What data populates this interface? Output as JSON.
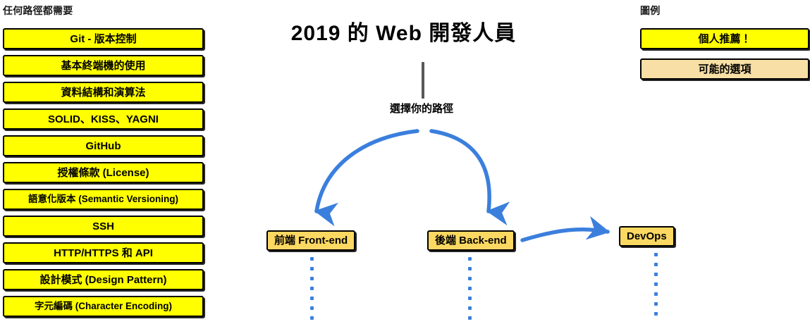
{
  "colors": {
    "recommended_fill": "#ffff00",
    "optional_fill": "#f7dfa5",
    "flow_node_fill": "#fbd862",
    "arrow_blue": "#3b7fdd",
    "stem_gray": "#595959",
    "outline_black": "#000000"
  },
  "left_column": {
    "heading": "任何路徑都需要",
    "items": [
      {
        "label": "Git - 版本控制",
        "style": "recommended"
      },
      {
        "label": "基本終端機的使用",
        "style": "recommended"
      },
      {
        "label": "資料結構和演算法",
        "style": "recommended"
      },
      {
        "label": "SOLID、KISS、YAGNI",
        "style": "recommended"
      },
      {
        "label": "GitHub",
        "style": "recommended"
      },
      {
        "label": "授權條款 (License)",
        "style": "recommended"
      },
      {
        "label": "語意化版本 (Semantic Versioning)",
        "style": "recommended"
      },
      {
        "label": "SSH",
        "style": "recommended"
      },
      {
        "label": "HTTP/HTTPS 和 API",
        "style": "recommended"
      },
      {
        "label": "設計模式 (Design Pattern)",
        "style": "recommended"
      },
      {
        "label": "字元編碼 (Character Encoding)",
        "style": "recommended"
      }
    ]
  },
  "center": {
    "title": "2019 的 Web 開發人員",
    "choose_path_label": "選擇你的路徑",
    "branches": [
      {
        "label": "前端 Front-end"
      },
      {
        "label": "後端 Back-end"
      },
      {
        "label": "DevOps"
      }
    ]
  },
  "legend": {
    "heading": "圖例",
    "items": [
      {
        "label": "個人推薦！",
        "style": "recommended"
      },
      {
        "label": "可能的選項",
        "style": "optional"
      }
    ]
  }
}
